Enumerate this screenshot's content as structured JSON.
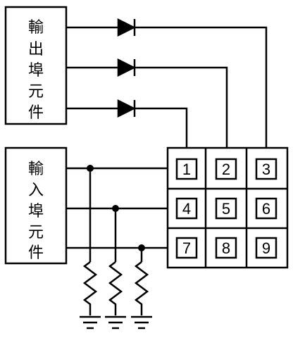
{
  "output_box": {
    "chars": [
      "輸",
      "出",
      "埠",
      "元",
      "件"
    ]
  },
  "input_box": {
    "chars": [
      "輸",
      "入",
      "埠",
      "元",
      "件"
    ]
  },
  "keypad": {
    "keys": [
      "1",
      "2",
      "3",
      "4",
      "5",
      "6",
      "7",
      "8",
      "9"
    ]
  },
  "colors": {
    "stroke": "#000000",
    "background": "#ffffff"
  }
}
